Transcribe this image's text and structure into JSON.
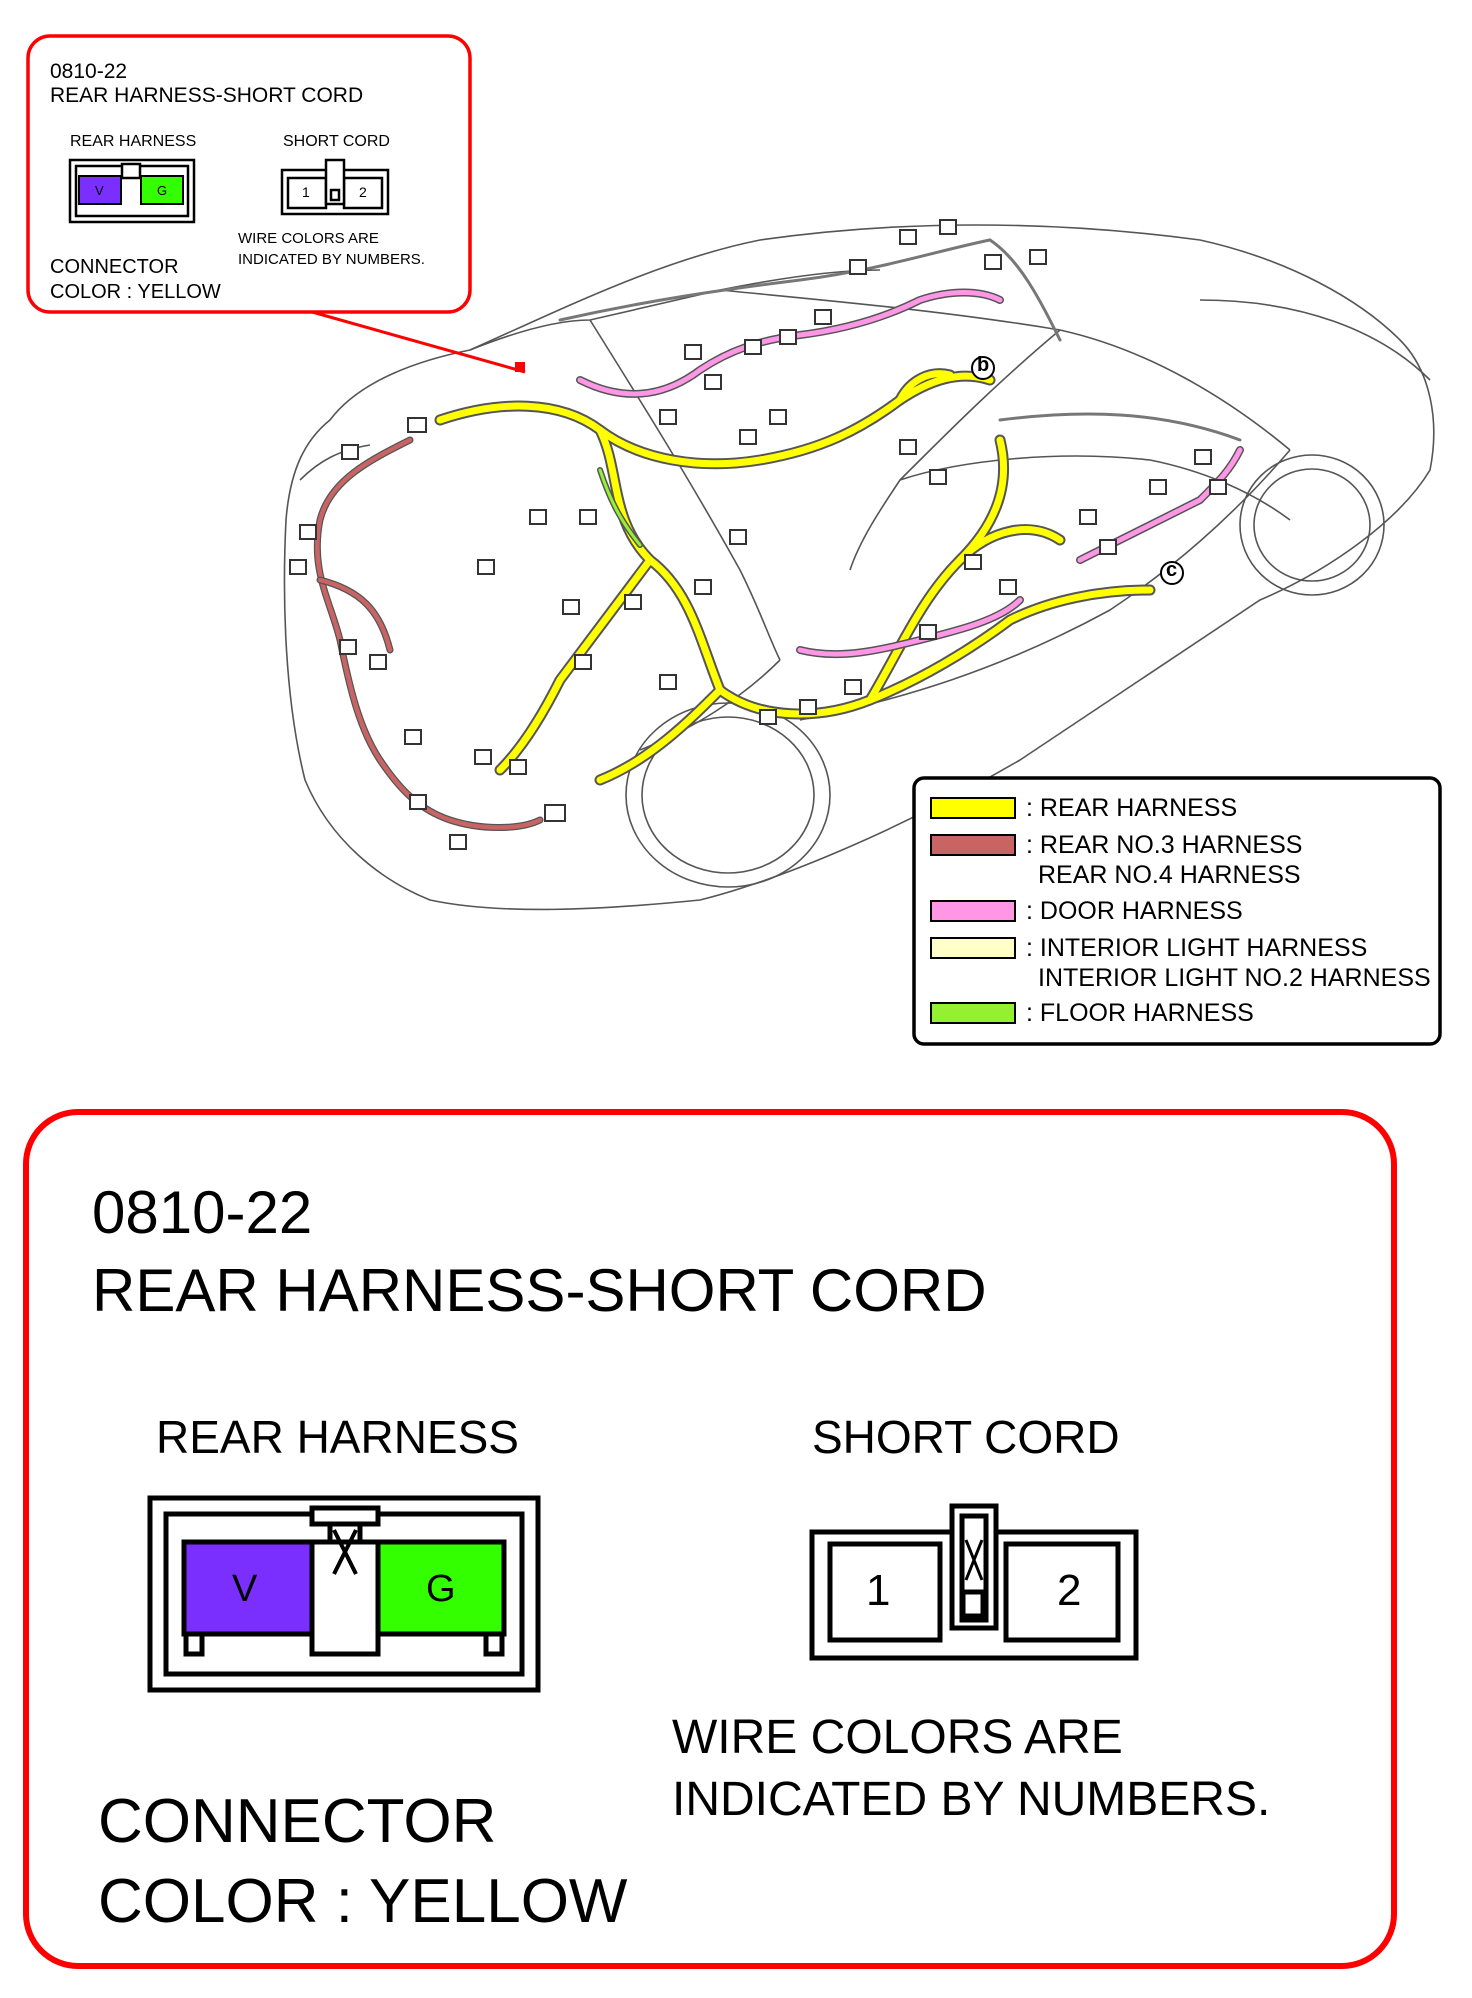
{
  "small_callout": {
    "code": "0810-22",
    "title": "REAR HARNESS-SHORT CORD",
    "rear_harness_label": "REAR HARNESS",
    "short_cord_label": "SHORT CORD",
    "pin_v": "V",
    "pin_g": "G",
    "pin_1": "1",
    "pin_2": "2",
    "wire_note_1": "WIRE COLORS ARE",
    "wire_note_2": "INDICATED BY NUMBERS.",
    "connector_line_1": "CONNECTOR",
    "connector_line_2": "COLOR : YELLOW"
  },
  "diagram_markers": {
    "b": "b",
    "c": "c"
  },
  "legend": {
    "items": [
      {
        "color": "#ffff00",
        "lines": [
          ": REAR HARNESS"
        ]
      },
      {
        "color": "#c86464",
        "lines": [
          ": REAR NO.3 HARNESS",
          "REAR NO.4 HARNESS"
        ]
      },
      {
        "color": "#ff96e6",
        "lines": [
          ": DOOR HARNESS"
        ]
      },
      {
        "color": "#ffffc8",
        "lines": [
          ": INTERIOR LIGHT HARNESS",
          "INTERIOR LIGHT NO.2 HARNESS"
        ]
      },
      {
        "color": "#96f032",
        "lines": [
          ": FLOOR HARNESS"
        ]
      }
    ]
  },
  "detail": {
    "code": "0810-22",
    "title": "REAR HARNESS-SHORT CORD",
    "rear_harness_label": "REAR HARNESS",
    "short_cord_label": "SHORT CORD",
    "pin_v": "V",
    "pin_g": "G",
    "pin_1": "1",
    "pin_2": "2",
    "wire_note_1": "WIRE COLORS ARE",
    "wire_note_2": "INDICATED BY NUMBERS.",
    "connector_line_1": "CONNECTOR",
    "connector_line_2": "COLOR : YELLOW"
  },
  "colors": {
    "callout_border": "#ff0000",
    "pin_v": "#7b2fff",
    "pin_g": "#33ff00",
    "rear_harness": "#ffff00",
    "rear_no3": "#c86464",
    "door": "#ff96e6",
    "floor": "#96f032"
  }
}
